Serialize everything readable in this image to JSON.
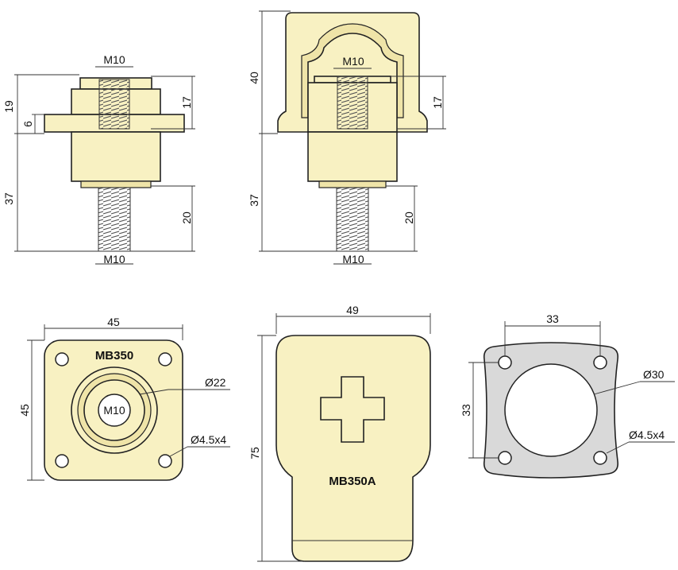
{
  "side_view_mb350": {
    "top_thread": "M10",
    "bottom_thread": "M10",
    "dim_total_top": "19",
    "dim_flange": "6",
    "dim_thread_depth": "17",
    "dim_body": "37",
    "dim_stud": "20"
  },
  "side_view_mb350a": {
    "top_thread": "M10",
    "bottom_thread": "M10",
    "dim_cover": "40",
    "dim_thread_depth": "17",
    "dim_body": "37",
    "dim_stud": "20"
  },
  "top_view_mb350": {
    "model": "MB350",
    "width": "45",
    "height": "45",
    "center_thread": "M10",
    "diameter": "Ø22",
    "holes": "Ø4.5x4"
  },
  "top_view_mb350a": {
    "model": "MB350A",
    "width": "49",
    "height": "75"
  },
  "gasket_view": {
    "hole_spacing_x": "33",
    "hole_spacing_y": "33",
    "diameter": "Ø30",
    "holes": "Ø4.5x4"
  },
  "colors": {
    "part_fill": "#f8f1c2",
    "gasket_fill": "#d9d9d9",
    "outline": "#222222"
  }
}
